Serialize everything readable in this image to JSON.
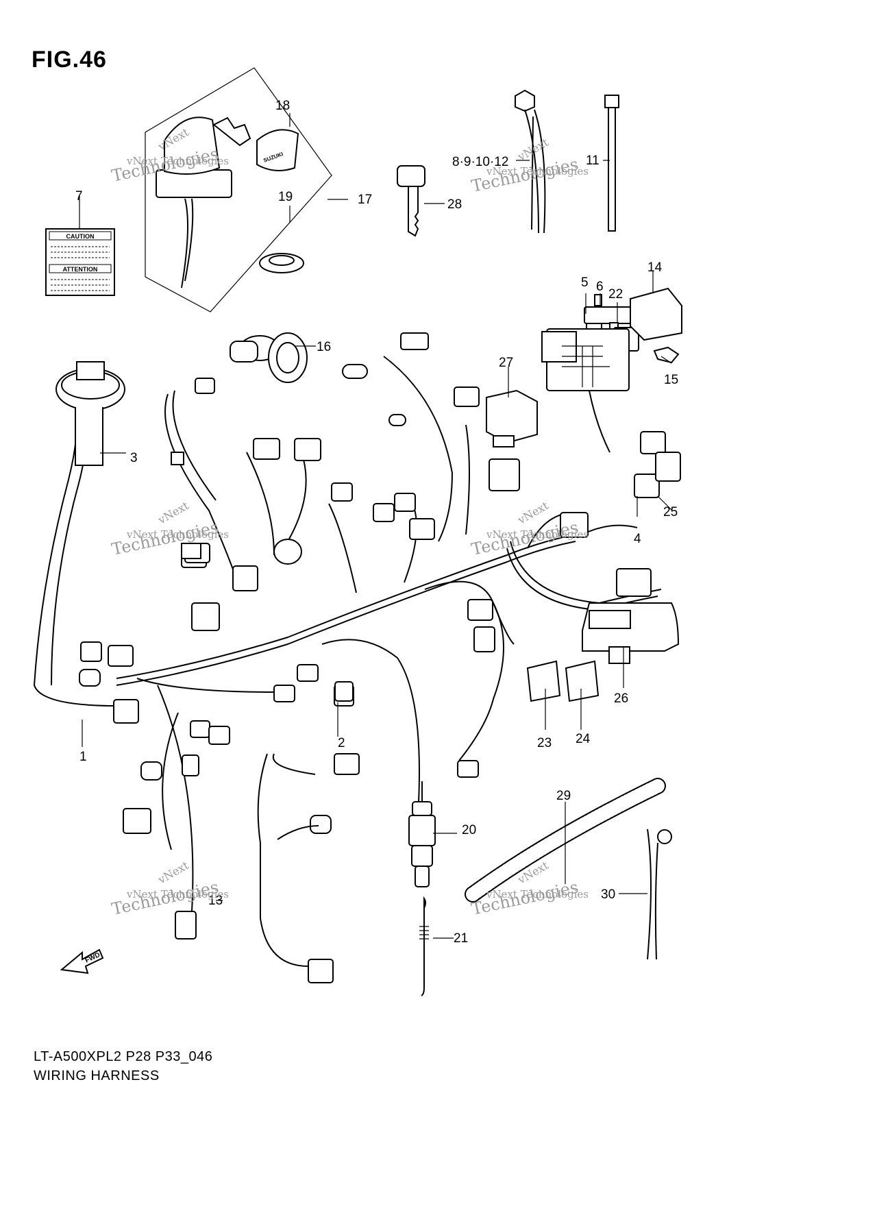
{
  "figure": {
    "title": "FIG.46"
  },
  "footer": {
    "model_code": "LT-A500XPL2 P28 P33_046",
    "section_title": "WIRING HARNESS"
  },
  "caution_label": {
    "top": "CAUTION",
    "bottom": "ATTENTION"
  },
  "ignition_key_brand": "SUZUKI",
  "fwd_arrow_label": "FWD",
  "watermark": {
    "line1": "vNext",
    "line2": "vNext Technologies",
    "line3": "Technologies"
  },
  "callouts": {
    "c1": "1",
    "c2": "2",
    "c3": "3",
    "c4": "4",
    "c5": "5",
    "c6": "6",
    "c7": "7",
    "c8_12": "8·9·10·12",
    "c11": "11",
    "c13": "13",
    "c14": "14",
    "c15": "15",
    "c16": "16",
    "c17": "17",
    "c18": "18",
    "c19": "19",
    "c20": "20",
    "c21": "21",
    "c22": "22",
    "c23": "23",
    "c24": "24",
    "c25": "25",
    "c26": "26",
    "c27": "27",
    "c28": "28",
    "c29": "29",
    "c30": "30"
  }
}
